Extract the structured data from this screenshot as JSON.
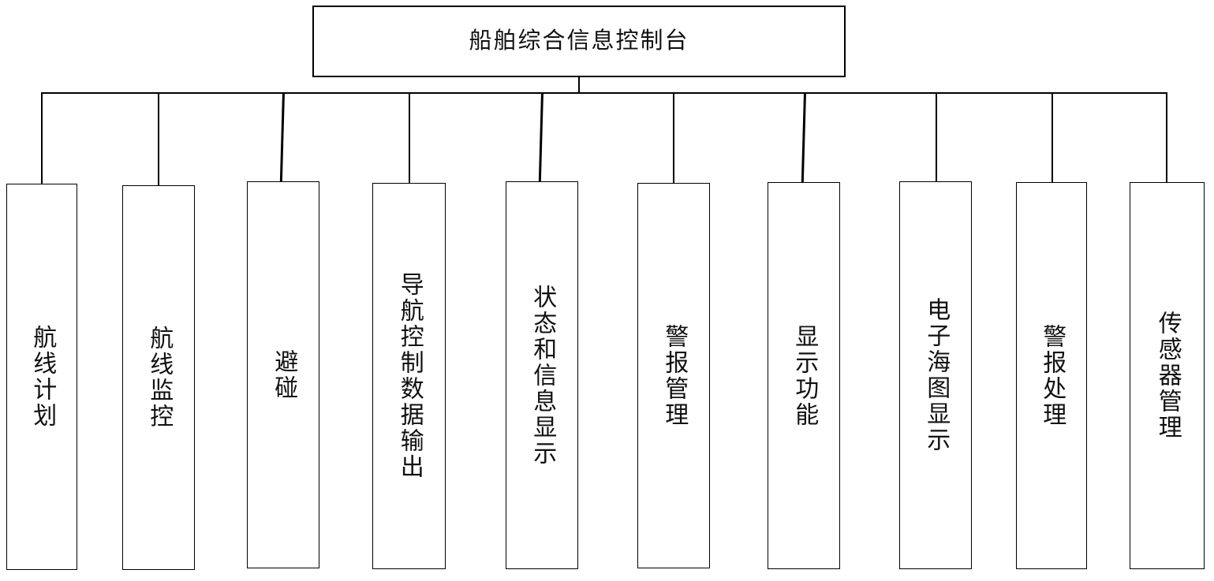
{
  "diagram": {
    "type": "org-tree",
    "orientation": "top-down",
    "root": {
      "label": "船舶综合信息控制台"
    },
    "children": [
      {
        "label": "航线计划"
      },
      {
        "label": "航线监控"
      },
      {
        "label": "避碰"
      },
      {
        "label": "导航控制数据输出"
      },
      {
        "label": "状态和信息显示"
      },
      {
        "label": "警报管理"
      },
      {
        "label": "显示功能"
      },
      {
        "label": "电子海图显示"
      },
      {
        "label": "警报处理"
      },
      {
        "label": "传感器管理"
      }
    ],
    "colors": {
      "line": "#000000",
      "box_fill": "#ffffff",
      "text": "#111111",
      "background": "#ffffff"
    }
  }
}
